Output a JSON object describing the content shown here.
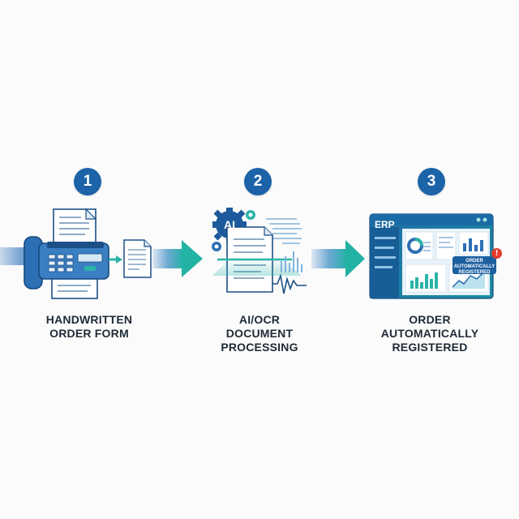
{
  "steps": [
    {
      "number": "1",
      "label_lines": [
        "HANDWRITTEN",
        "ORDER FORM"
      ]
    },
    {
      "number": "2",
      "label_lines": [
        "AI/OCR",
        "DOCUMENT",
        "PROCESSING"
      ]
    },
    {
      "number": "3",
      "label_lines": [
        "ORDER",
        "AUTOMATICALLY",
        "REGISTERED"
      ]
    }
  ],
  "ai_badge": "AI",
  "erp": {
    "title": "ERP",
    "popup_lines": [
      "ORDER",
      "AUTOMATICALLY",
      "REGISTERED"
    ],
    "alert": "!"
  },
  "colors": {
    "primary_blue": "#1c63a8",
    "teal": "#2bb3a8",
    "text": "#1f2a36",
    "alert_red": "#e23b2e"
  },
  "icons": [
    "fax-machine-icon",
    "document-icon",
    "gear-icon",
    "waveform-icon",
    "erp-dashboard-icon",
    "arrow-right-icon"
  ]
}
